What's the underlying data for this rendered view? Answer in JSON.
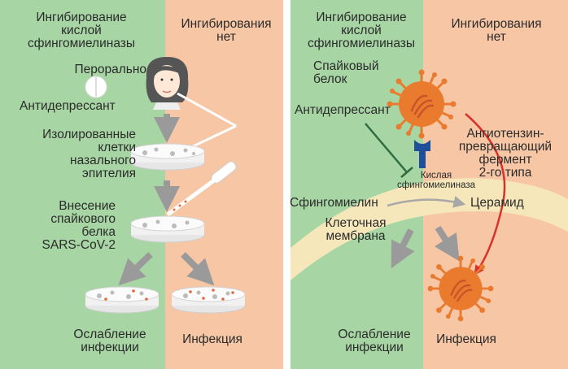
{
  "colors": {
    "green_bg": "#a7d6a4",
    "orange_bg": "#f6c6a5",
    "membrane": "#f6e7bb",
    "virus": "#ea7a2e",
    "receptor_blue": "#1f4f9a",
    "inhibit_green": "#2e6b3f",
    "red_arrow": "#d9312b",
    "arrow_grey": "#9a9a9a"
  },
  "left_panel": {
    "header_inhibition": [
      "Ингибирование",
      "кислой",
      "сфингомиелиназы"
    ],
    "header_no_inhibition": [
      "Ингибирования",
      "нет"
    ],
    "oral": "Перорально",
    "antidepressant": "Антидепрессант",
    "cells": [
      "Изолированные",
      "клетки",
      "назального",
      "эпителия"
    ],
    "spike_added": [
      "Внесение",
      "спайкового",
      "белка",
      "SARS-CoV-2"
    ],
    "reduced_infection": [
      "Ослабление",
      "инфекции"
    ],
    "infection": "Инфекция"
  },
  "right_panel": {
    "header_inhibition": [
      "Ингибирование",
      "кислой",
      "сфингомиелиназы"
    ],
    "header_no_inhibition": [
      "Ингибирования",
      "нет"
    ],
    "spike_protein": [
      "Спайковый",
      "белок"
    ],
    "antidepressant": "Антидепрессант",
    "ace2": [
      "Ангиотензин-",
      "превращающий",
      "фермент",
      "2-го типа"
    ],
    "acid_smase": [
      "Кислая",
      "сфингомиелиназа"
    ],
    "sphingomyelin": "Сфингомиелин",
    "ceramide": "Церамид",
    "membrane": [
      "Клеточная",
      "мембрана"
    ],
    "reduced_infection": [
      "Ослабление",
      "инфекции"
    ],
    "infection": "Инфекция"
  },
  "icons": [
    "pill-icon",
    "person-icon",
    "pipette-icon",
    "petri-dish-icon",
    "virus-icon",
    "receptor-icon"
  ]
}
